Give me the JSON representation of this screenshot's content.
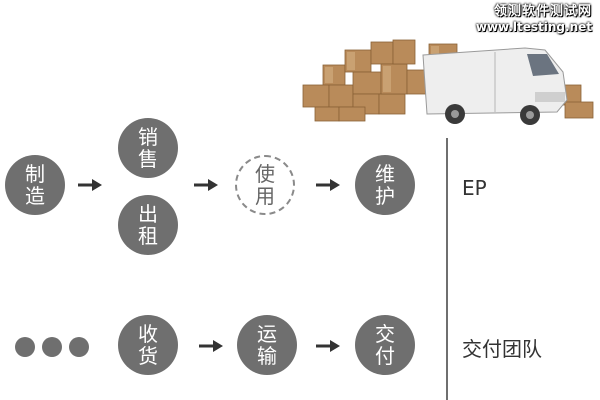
{
  "watermark": {
    "line1": "领测软件测试网",
    "line2": "www.ltesting.net"
  },
  "top_flow": {
    "manufacture": [
      "制",
      "造"
    ],
    "sales": [
      "销",
      "售"
    ],
    "rental": [
      "出",
      "租"
    ],
    "use": [
      "使",
      "用"
    ],
    "maintain": [
      "维",
      "护"
    ],
    "lane_label": "EP"
  },
  "bottom_flow": {
    "receive": [
      "收",
      "货"
    ],
    "transport": [
      "运",
      "输"
    ],
    "deliver": [
      "交",
      "付"
    ],
    "lane_label": "交付团队"
  },
  "colors": {
    "node": "#6f6f6f",
    "arrow": "#333333",
    "divider": "#6f6f6f"
  }
}
